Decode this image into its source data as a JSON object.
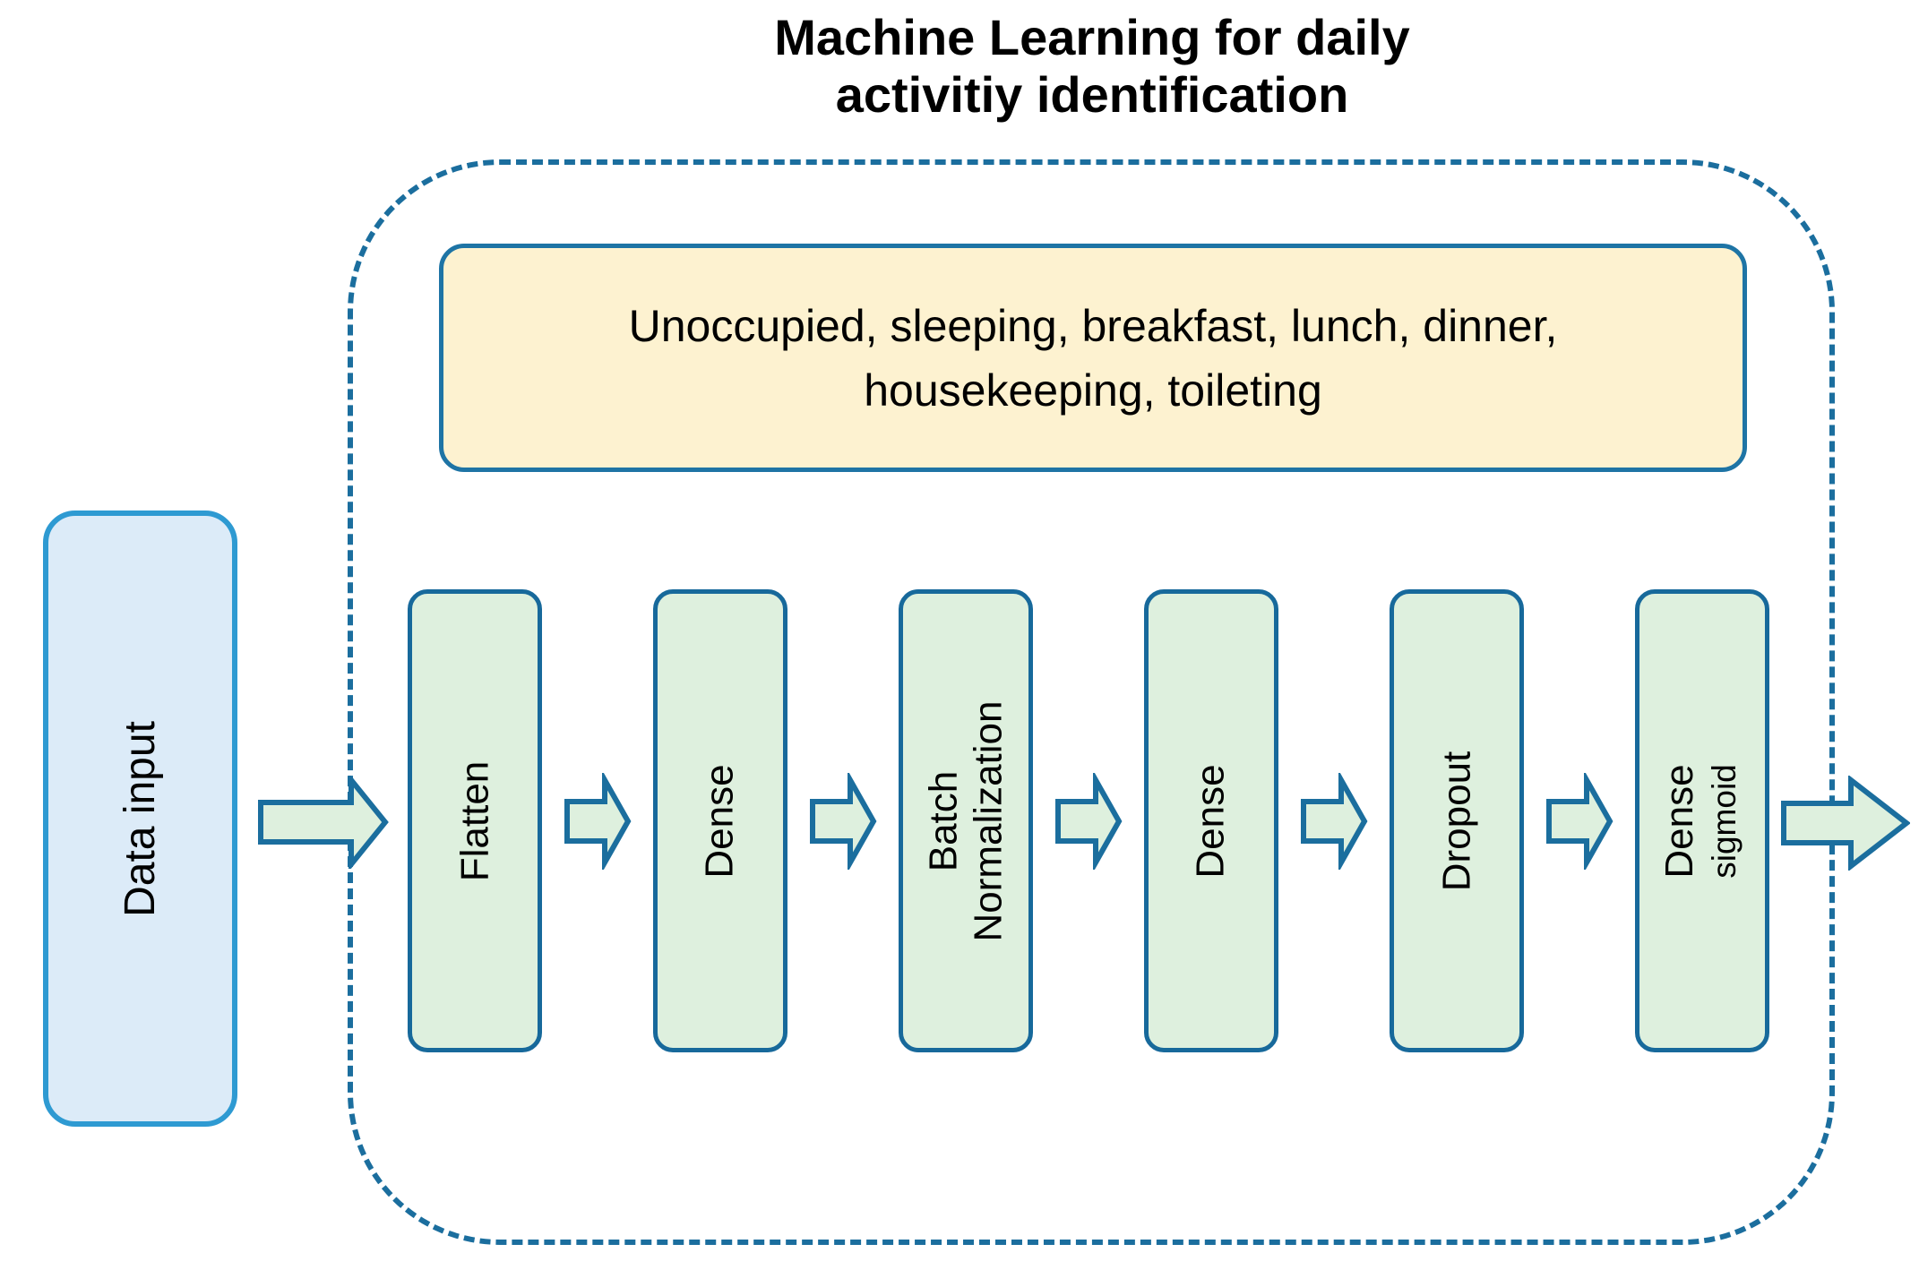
{
  "title": {
    "line1": "Machine Learning for daily",
    "line2": "activitiy identification"
  },
  "activities_box": {
    "line1": "Unoccupied, sleeping, breakfast, lunch, dinner,",
    "line2": "housekeeping, toileting"
  },
  "input_block": {
    "label": "Data input"
  },
  "pipeline": {
    "layers": [
      {
        "id": "flatten",
        "label": "Flatten"
      },
      {
        "id": "dense-1",
        "label": "Dense"
      },
      {
        "id": "batch-normalization",
        "label": "Batch Normalization",
        "line1": "Batch",
        "line2": "Normalization"
      },
      {
        "id": "dense-2",
        "label": "Dense"
      },
      {
        "id": "dropout",
        "label": "Dropout"
      },
      {
        "id": "dense-sigmoid",
        "label": "Dense sigmoid",
        "line1": "Dense",
        "line2": "sigmoid"
      }
    ]
  },
  "colors": {
    "outline": "#1B6E9E",
    "layer-fill": "#DEF0DE",
    "layer-border": "#17699B",
    "activities-fill": "#FDF2D0",
    "activities-border": "#1E74A5",
    "input-fill": "#DCEBF8",
    "input-border": "#2E9AD2",
    "text": "#000000"
  }
}
